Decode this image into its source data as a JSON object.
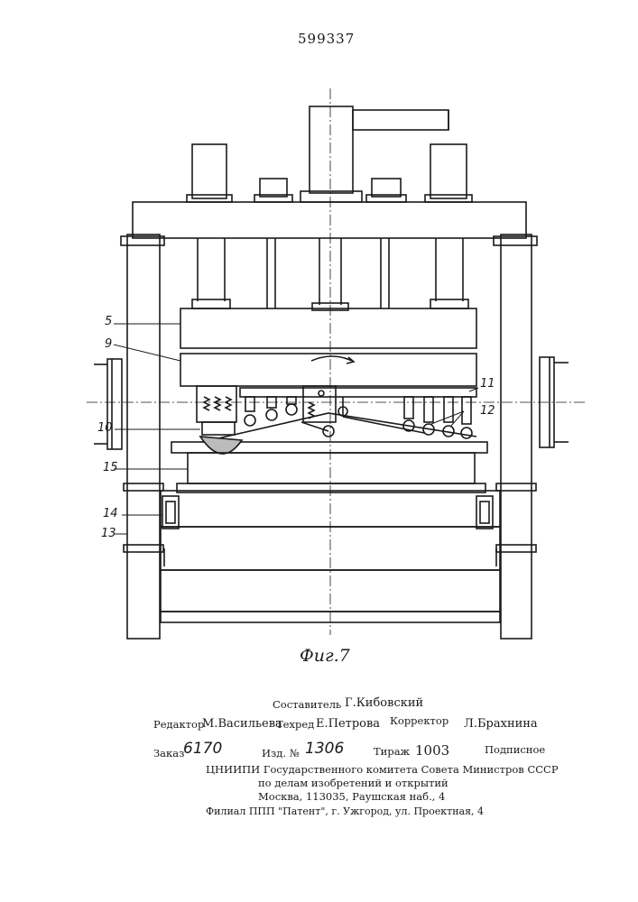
{
  "patent_number": "599337",
  "figure_caption": "Фиг.7",
  "part_labels": {
    "l5": "5",
    "l9": "9",
    "l10": "10",
    "l11": "11",
    "l12": "12",
    "l13": "13",
    "l14": "14",
    "l15": "15"
  },
  "imprint": {
    "compiler_label": "Составитель",
    "compiler": "Г.Кибовский",
    "editor_label": "Редактор",
    "editor": "М.Васильева",
    "techred_label": "Техред",
    "techred": "Е.Петрова",
    "corrector_label": "Корректор",
    "corrector": "Л.Брахнина",
    "order_label": "Заказ",
    "order_no": "6170",
    "edition_label": "Изд. №",
    "edition_no": "1306",
    "print_run_label": "Тираж",
    "print_run": "1003",
    "subscription": "Подписное",
    "org_line1": "ЦНИИПИ Государственного комитета Совета Министров СССР",
    "org_line2": "по делам изобретений и открытий",
    "org_line3": "Москва, 113035, Раушская наб., 4",
    "branch": "Филиал ППП \"Патент\", г. Ужгород, ул. Проектная, 4"
  }
}
